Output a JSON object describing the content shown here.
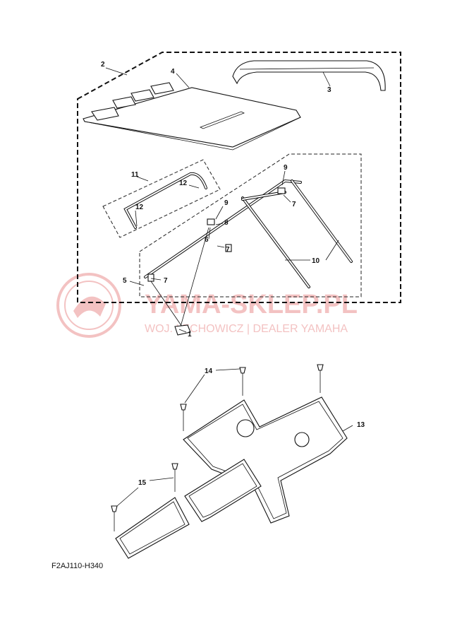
{
  "callouts": {
    "c1": "1",
    "c2": "2",
    "c3": "3",
    "c4": "4",
    "c5": "5",
    "c6": "6",
    "c7": "7",
    "c8": "8",
    "c9": "9",
    "c10": "10",
    "c11": "11",
    "c12": "12",
    "c13": "13",
    "c14": "14",
    "c15": "15"
  },
  "watermark": {
    "title": "YAMA-SKLEP.PL",
    "subtitle": "WOJ. ŁECHOWICZ | DEALER YAMAHA",
    "color": "#f2bcbc"
  },
  "diagram_code": "F2AJ110-H340"
}
